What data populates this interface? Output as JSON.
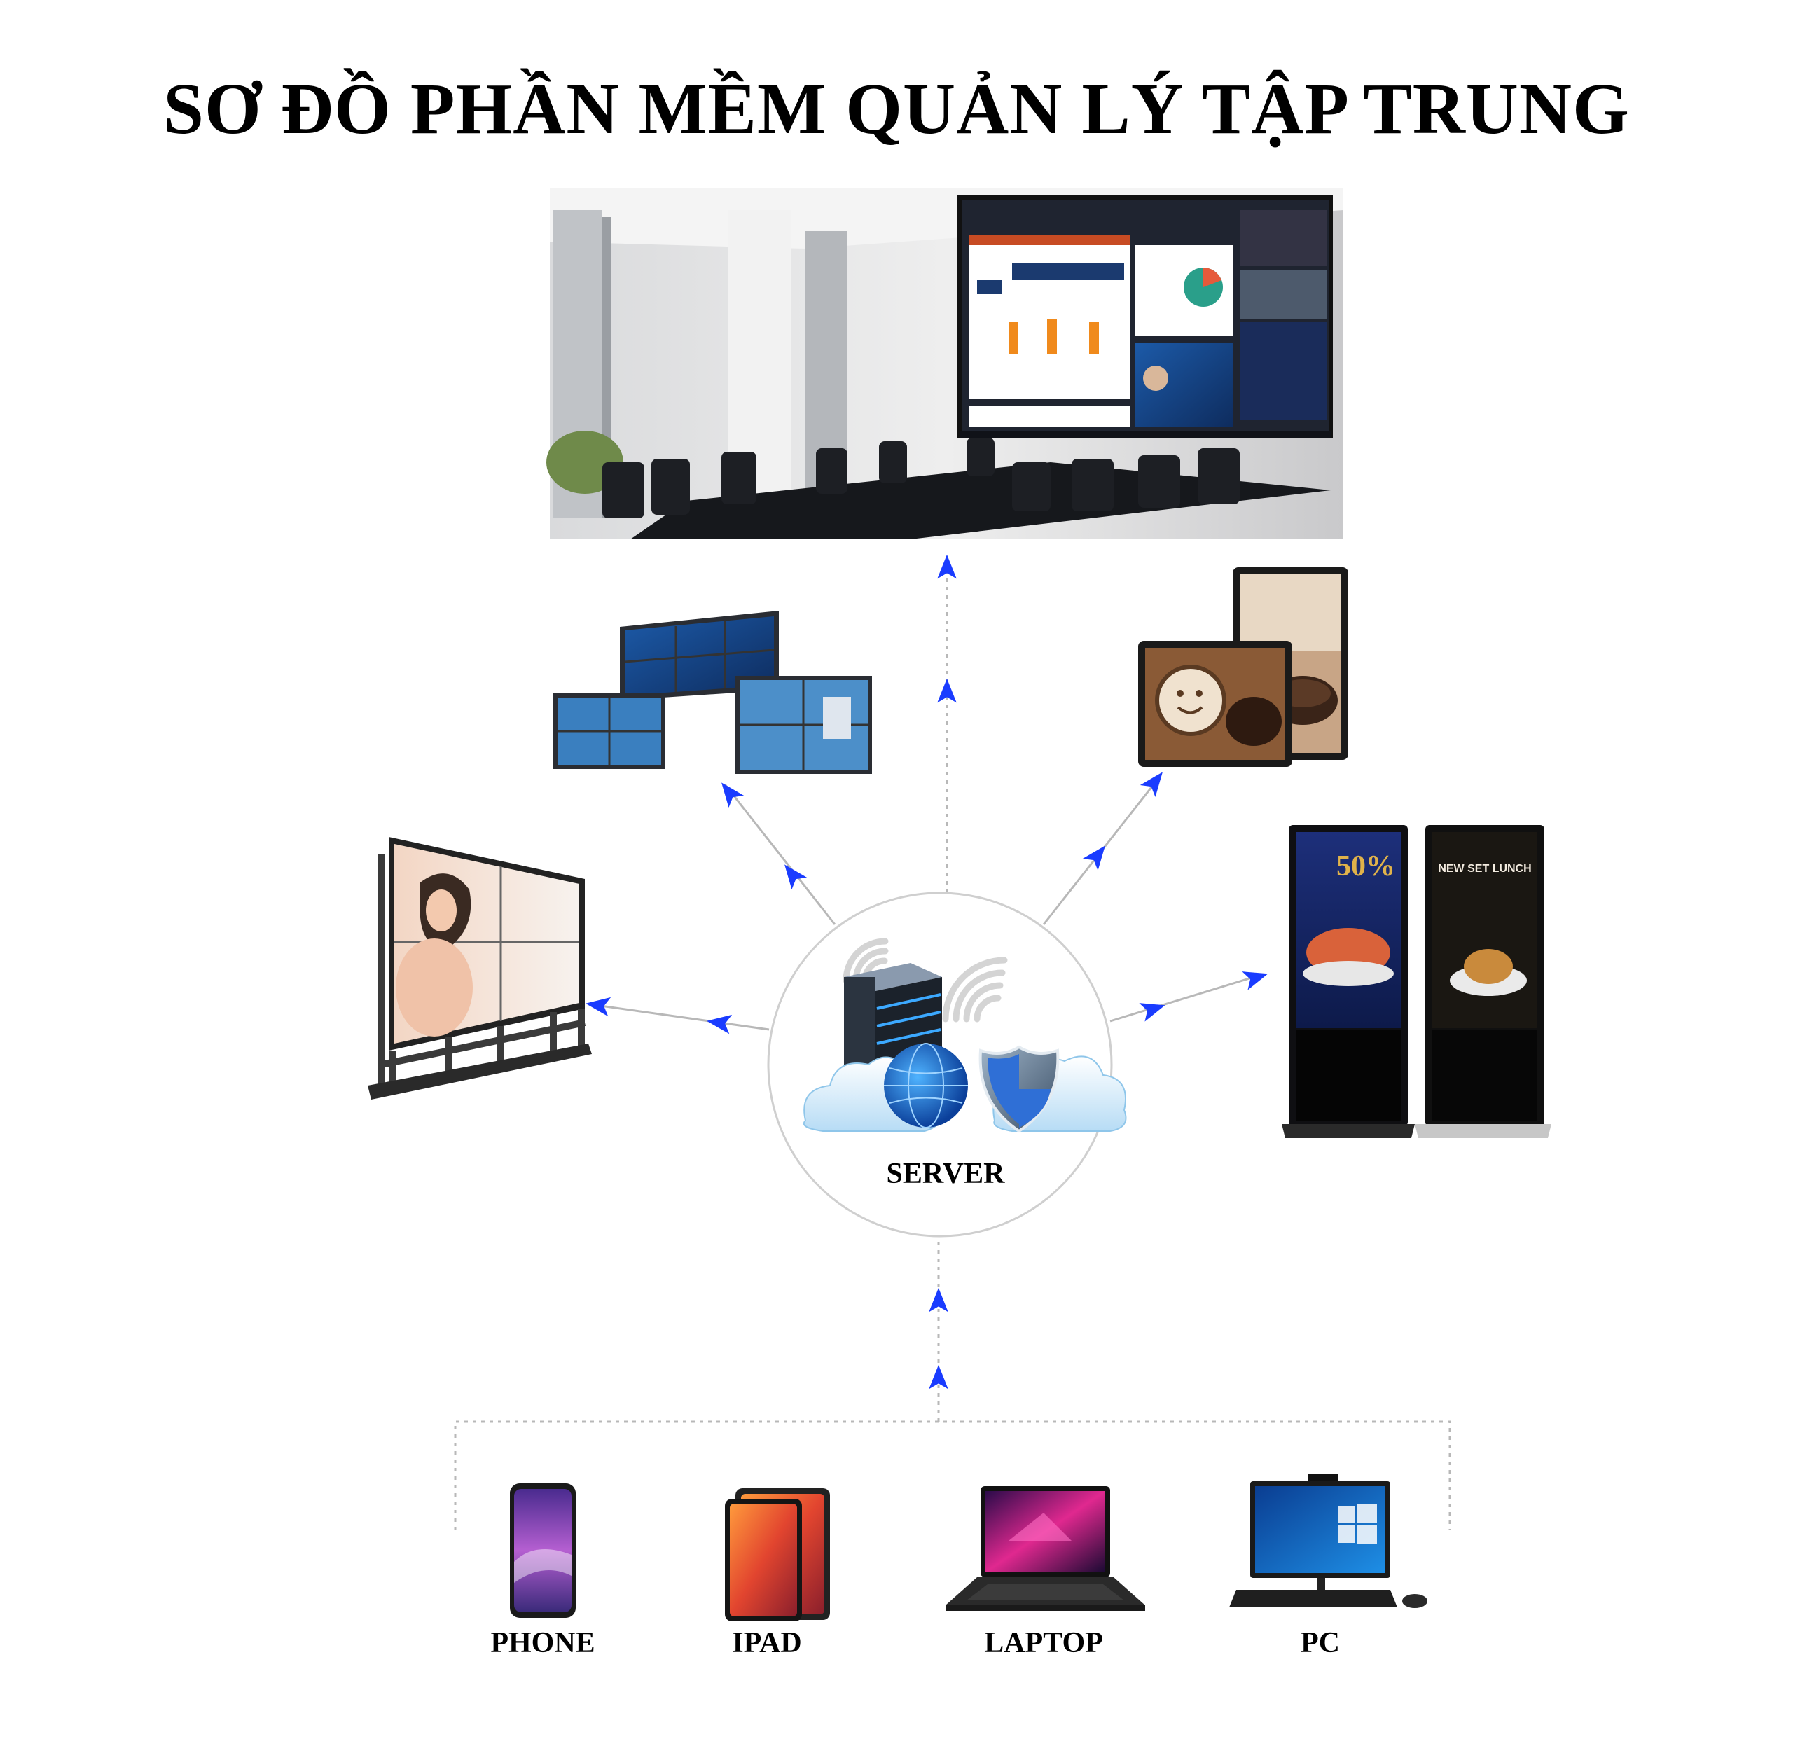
{
  "title": "SƠ ĐỒ PHẦN MỀM QUẢN LÝ TẬP TRUNG",
  "server": {
    "label": "SERVER"
  },
  "outputs": [
    {
      "key": "conference-room-video-wall"
    },
    {
      "key": "control-room-video-walls"
    },
    {
      "key": "wall-mounted-lcd-signage"
    },
    {
      "key": "standalone-video-wall"
    },
    {
      "key": "floor-standing-kiosks"
    }
  ],
  "kiosk_screens": {
    "left": {
      "headline": "50%"
    },
    "right": {
      "headline": "NEW SET LUNCH"
    }
  },
  "inputs": [
    {
      "key": "phone",
      "label": "PHONE"
    },
    {
      "key": "ipad",
      "label": "IPAD"
    },
    {
      "key": "laptop",
      "label": "LAPTOP"
    },
    {
      "key": "pc",
      "label": "PC"
    }
  ],
  "colors": {
    "arrow": "#1a3cff",
    "connector": "#b8b8b8",
    "circle": "#cfcfcf",
    "text": "#000000"
  }
}
